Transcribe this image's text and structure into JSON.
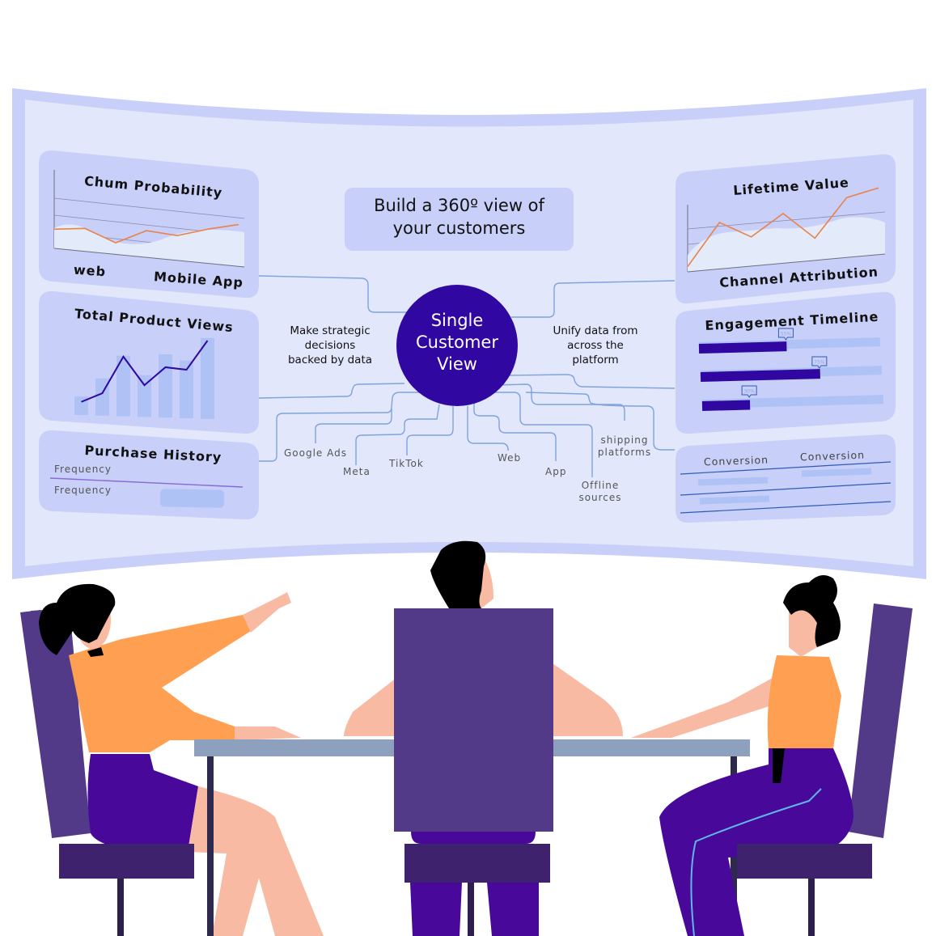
{
  "headline": {
    "line1": "Build a 360º view of",
    "line2": "your customers"
  },
  "hub": {
    "line1": "Single",
    "line2": "Customer",
    "line3": "View"
  },
  "left_caption": {
    "line1": "Make strategic",
    "line2": "decisions",
    "line3": "backed by data"
  },
  "right_caption": {
    "line1": "Unify data from",
    "line2": "across the",
    "line3": "platform"
  },
  "cards": {
    "churn": {
      "title": "Chum Probability",
      "label_left": "web",
      "label_right": "Mobile App",
      "series": [
        4,
        5,
        2,
        6,
        5.5,
        8,
        10
      ]
    },
    "product_views": {
      "title": "Total Product Views",
      "bars": [
        2,
        4,
        6.5,
        4.5,
        6.8,
        6.2,
        8.7
      ],
      "line": [
        1.5,
        2.5,
        6.5,
        3.5,
        5.5,
        5.3,
        8.5
      ]
    },
    "purchase_history": {
      "title": "Purchase History",
      "row1": "Frequency",
      "row2": "Frequency"
    },
    "lifetime_value": {
      "title": "Lifetime Value",
      "footer": "Channel Attribution",
      "series": [
        1,
        7,
        4.5,
        7.5,
        3.5,
        9,
        10
      ]
    },
    "engagement": {
      "title": "Engagement Timeline",
      "bars": [
        {
          "value": 55,
          "label": "55%"
        },
        {
          "value": 75,
          "label": "75%"
        },
        {
          "value": 30,
          "label": "30%"
        }
      ]
    },
    "conversion": {
      "col1": "Conversion",
      "col2": "Conversion"
    }
  },
  "sources": [
    "Google Ads",
    "Meta",
    "TikTok",
    "Web",
    "App",
    "Offline",
    "sources",
    "shipping",
    "platforms"
  ],
  "colors": {
    "screen_frame": "#c8cff8",
    "screen_inner": "#e3e7fb",
    "card": "#c8cff8",
    "hub": "#3007a0",
    "connector": "#7ea3de",
    "orange_line": "#e8834a",
    "purple_bar": "#3007a0",
    "chair": "#523a88",
    "seat": "#3e226e",
    "skin": "#f8baa3",
    "shirt": "#fe9f52",
    "pants": "#48089a",
    "table": "#8da0bd",
    "table_leg": "#2e2a4e"
  }
}
